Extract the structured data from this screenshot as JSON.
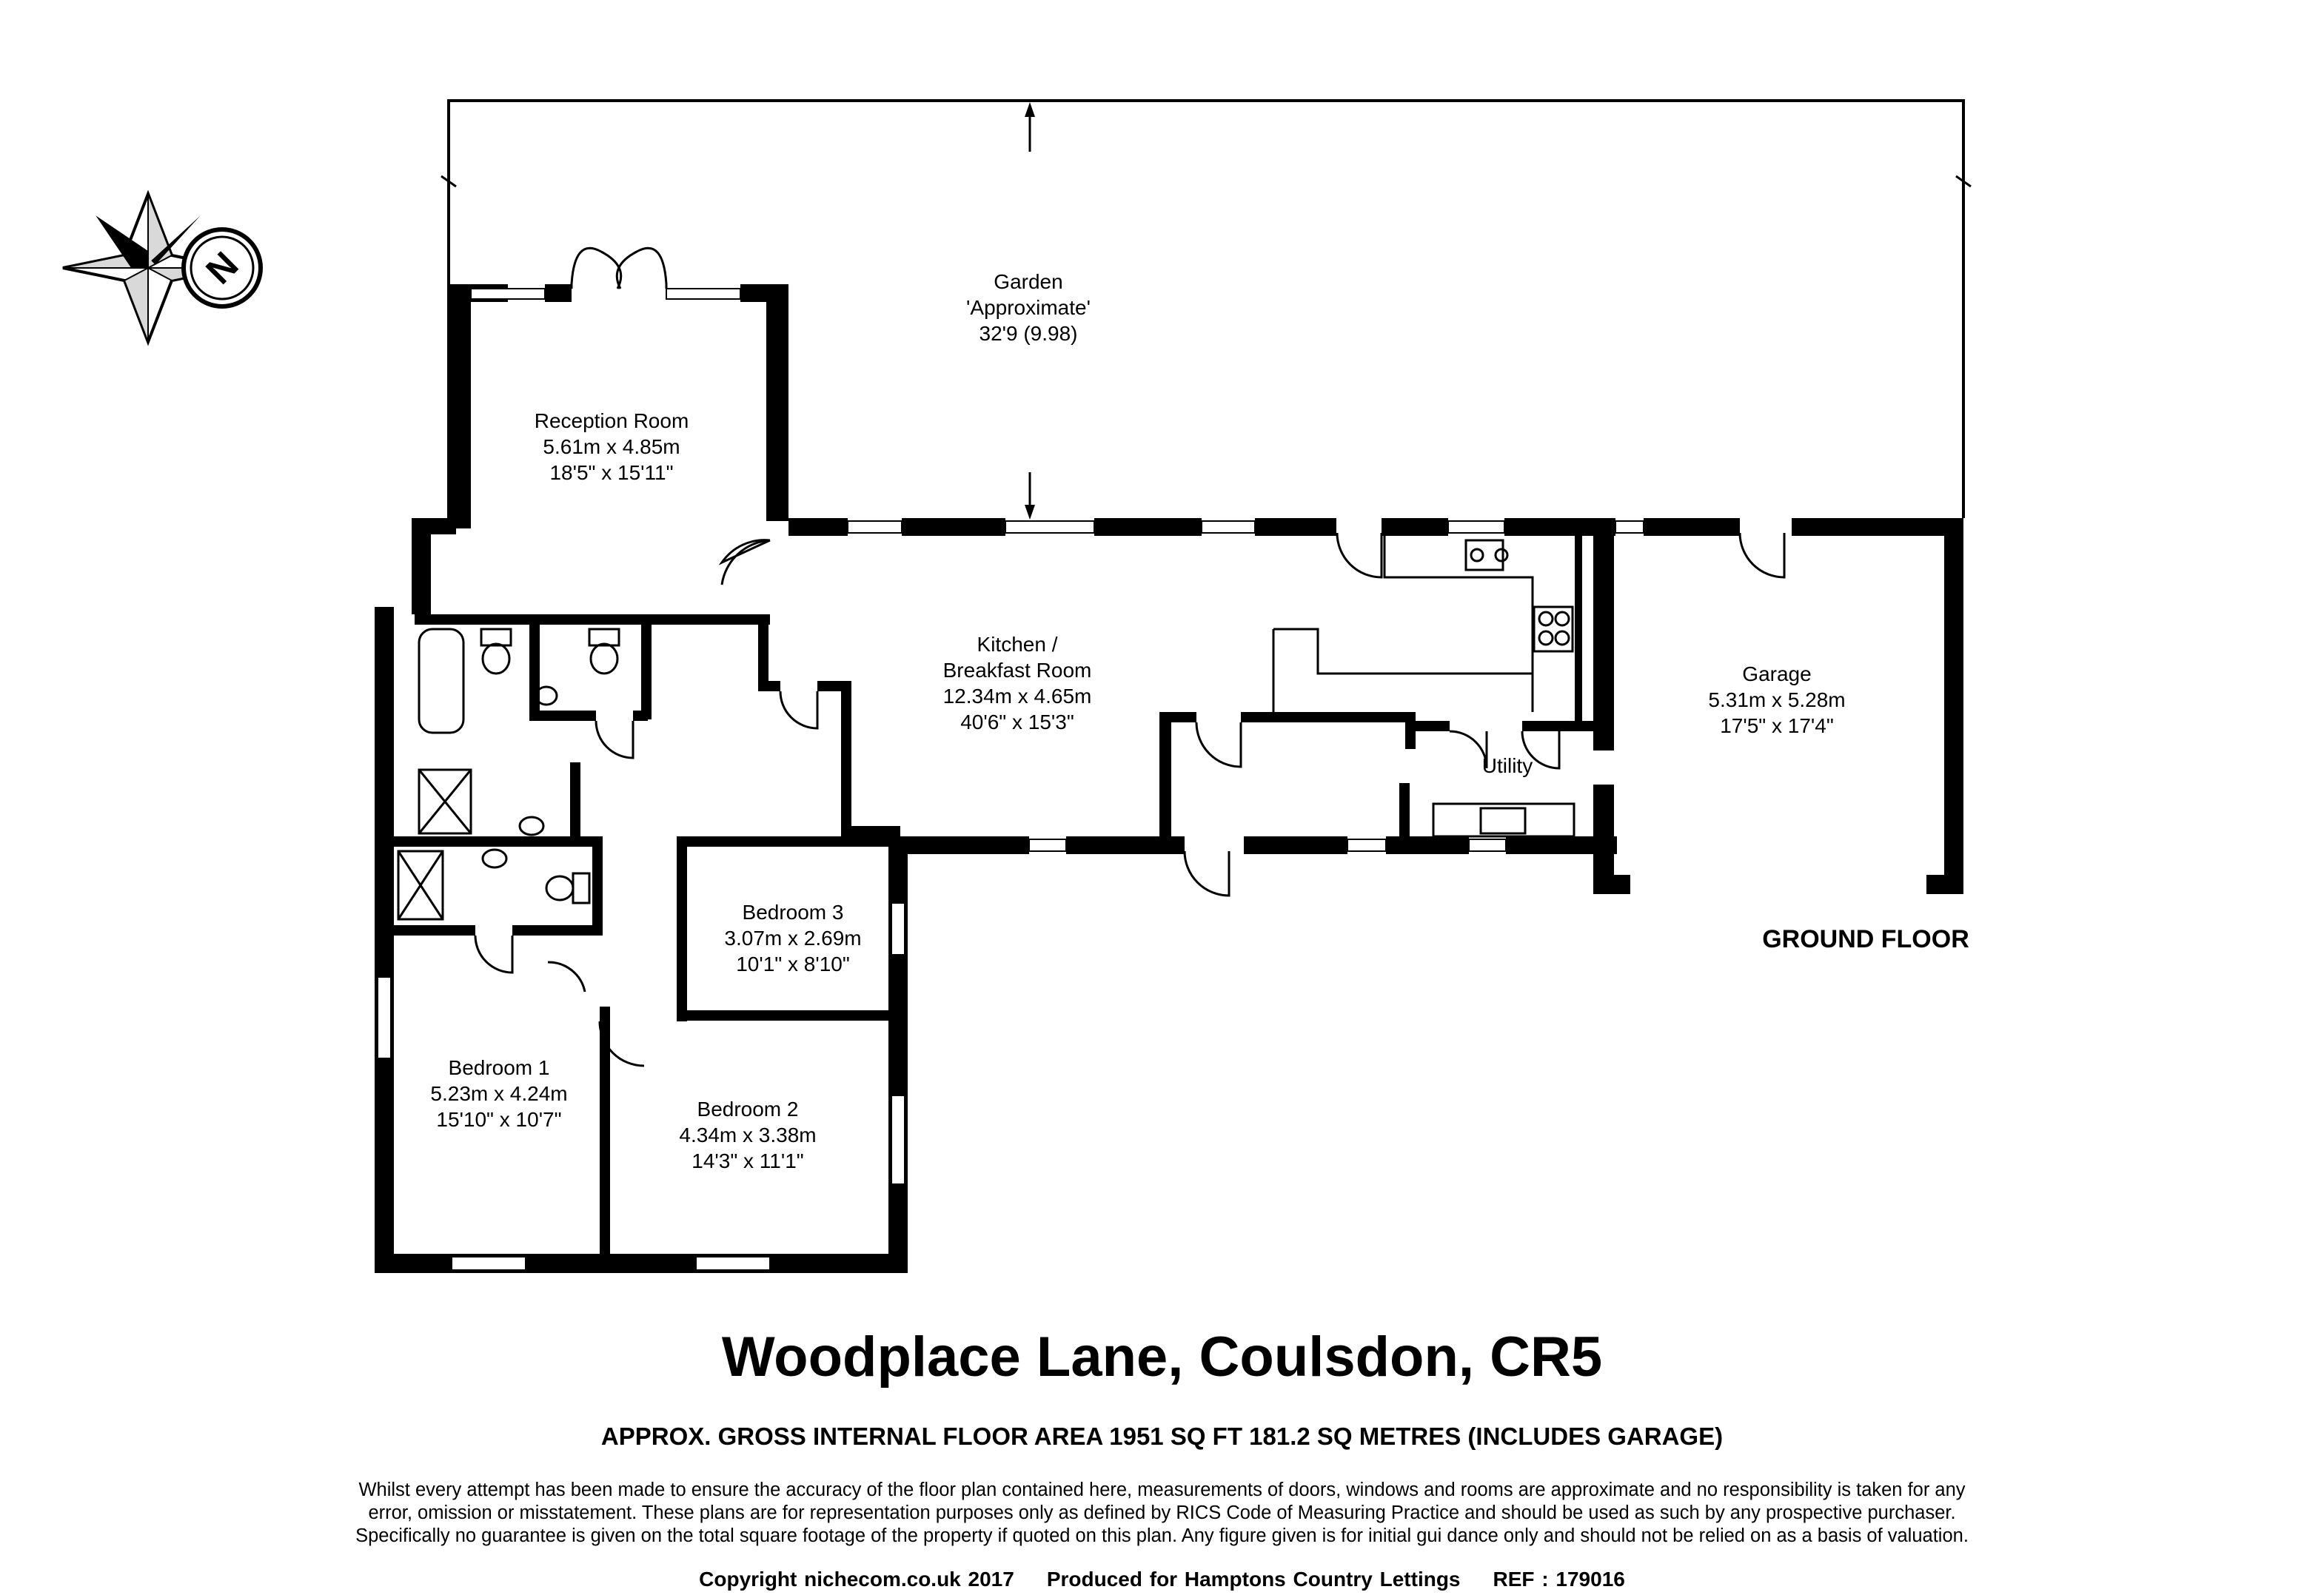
{
  "rooms": {
    "garden": [
      "Garden",
      "'Approximate'",
      "32'9 (9.98)"
    ],
    "reception": [
      "Reception Room",
      "5.61m x 4.85m",
      "18'5\" x 15'11\""
    ],
    "kitchen": [
      "Kitchen /",
      "Breakfast Room",
      "12.34m x 4.65m",
      "40'6\" x 15'3\""
    ],
    "garage": [
      "Garage",
      "5.31m x 5.28m",
      "17'5\" x 17'4\""
    ],
    "utility": [
      "Utility"
    ],
    "bedroom3": [
      "Bedroom 3",
      "3.07m x 2.69m",
      "10'1\" x 8'10\""
    ],
    "bedroom1": [
      "Bedroom 1",
      "5.23m x 4.24m",
      "15'10\" x 10'7\""
    ],
    "bedroom2": [
      "Bedroom 2",
      "4.34m x 3.38m",
      "14'3\" x 11'1\""
    ]
  },
  "floor_label": "GROUND FLOOR",
  "compass_letter": "N",
  "title": "Woodplace Lane, Coulsdon, CR5",
  "subtitle": "APPROX. GROSS INTERNAL FLOOR AREA 1951 SQ FT 181.2 SQ METRES (INCLUDES GARAGE)",
  "disclaimer": [
    "Whilst every attempt has been made to ensure the accuracy of the floor plan contained here, measurements of doors, windows and rooms are approximate and no responsibility is taken for any",
    "error, omission or misstatement. These plans are for representation purposes only as defined by RICS Code of Measuring Practice and should be used as such by any prospective purchaser.",
    "Specifically no guarantee is given on the total square footage of the property if quoted on this plan. Any figure given is for initial gui dance only and should not be relied on as a basis of valuation."
  ],
  "footer": {
    "copyright": "Copyright nichecom.co.uk 2017",
    "produced": "Produced for Hamptons Country Lettings",
    "ref": "REF : 179016"
  }
}
